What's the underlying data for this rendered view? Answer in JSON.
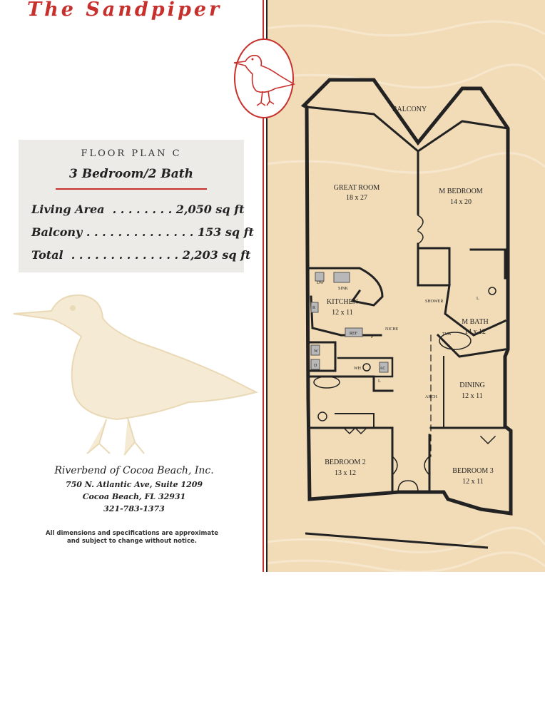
{
  "brand": {
    "title": "The Sandpiper"
  },
  "plan": {
    "label": "FLOOR PLAN C",
    "bed_bath": "3 Bedroom/2 Bath",
    "rows": [
      {
        "text": "Living Area  . . . . . . . . 2,050 sq ft"
      },
      {
        "text": "Balcony . . . . . . . . . . . . . . 153 sq ft"
      },
      {
        "text": "Total  . . . . . . . . . . . . . . 2,203 sq ft"
      }
    ]
  },
  "company": {
    "name": "Riverbend of Cocoa Beach, Inc.",
    "address1": "750 N. Atlantic Ave, Suite 1209",
    "address2": "Cocoa Beach, FL 32931",
    "phone": "321-783-1373"
  },
  "disclaimer": {
    "line1": "All dimensions and specifications are approximate",
    "line2": "and subject to change without notice."
  },
  "rooms": {
    "balcony": "BALCONY",
    "great_room": "GREAT ROOM",
    "great_room_dim": "18 x 27",
    "m_bedroom": "M BEDROOM",
    "m_bedroom_dim": "14 x 20",
    "kitchen": "KITCHEN",
    "kitchen_dim": "12 x 11",
    "m_bath": "M BATH",
    "m_bath_dim": "14 x 12",
    "dining": "DINING",
    "dining_dim": "12 x 11",
    "bedroom2": "BEDROOM 2",
    "bedroom2_dim": "13 x 12",
    "bedroom3": "BEDROOM 3",
    "bedroom3_dim": "12 x 11",
    "arch": "ARCH",
    "shower": "SHOWER",
    "tub": "TUB",
    "sink": "SINK",
    "niche": "NICHE",
    "dw": "DW",
    "r": "R",
    "ref": "REF",
    "p": "P",
    "w": "W",
    "d": "D",
    "wh": "WH",
    "ac": "AC",
    "l": "L",
    "l2": "L"
  },
  "colors": {
    "accent": "#c7302c",
    "sand": "#f2dcb8",
    "info_bg": "#ecebe8"
  }
}
